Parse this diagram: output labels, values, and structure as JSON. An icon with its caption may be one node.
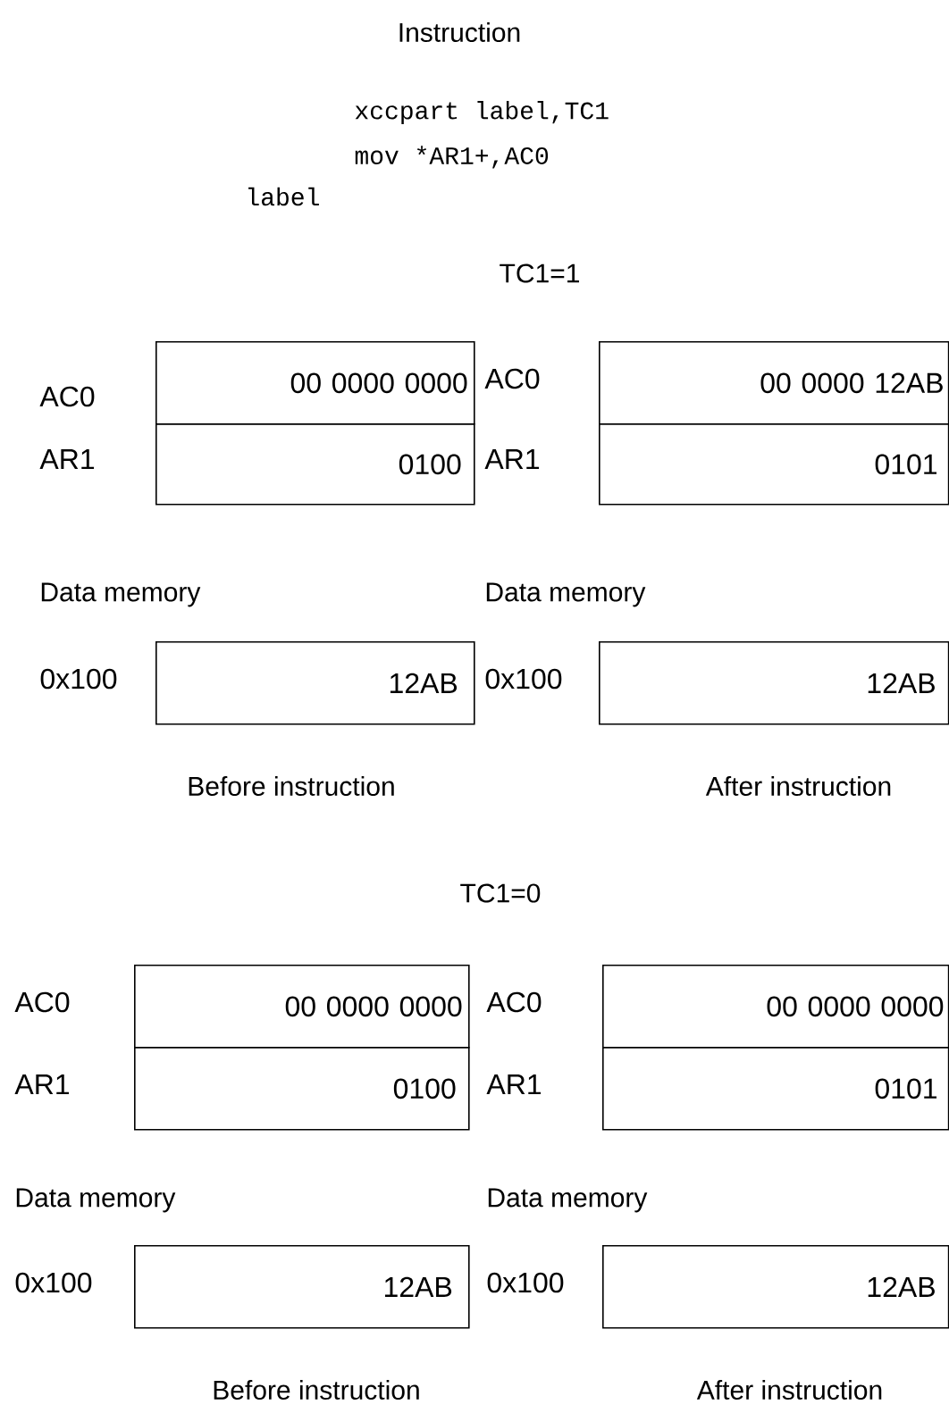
{
  "diagram": {
    "nodes": [
      {
        "text": [
          "00 0000 0000"
        ]
      },
      {
        "text": [
          "00 0000 12AB"
        ]
      },
      {
        "text": [
          "0100"
        ]
      },
      {
        "text": [
          "0101"
        ]
      },
      {
        "text": [
          "12AB"
        ]
      },
      {
        "text": [
          "12AB"
        ]
      },
      {
        "text": [
          "00 0000 0000"
        ]
      },
      {
        "text": [
          "00 0000 0000"
        ]
      },
      {
        "text": [
          "0100"
        ]
      },
      {
        "text": [
          "0101"
        ]
      },
      {
        "text": [
          "12AB"
        ]
      },
      {
        "text": [
          "12AB"
        ]
      }
    ],
    "labels": [
      "Instruction",
      "xccpart label,TC1",
      "mov *AR1+,AC0",
      "label",
      "TC1=1",
      "AC0",
      "AC0",
      "AR1",
      "AR1",
      "Data memory",
      "Data memory",
      "0x100",
      "0x100",
      "Before instruction",
      "After instruction",
      "TC1=0",
      "AC0",
      "AC0",
      "AR1",
      "AR1",
      "Data memory",
      "Data memory",
      "0x100",
      "0x100",
      "Before instruction",
      "After instruction"
    ]
  }
}
